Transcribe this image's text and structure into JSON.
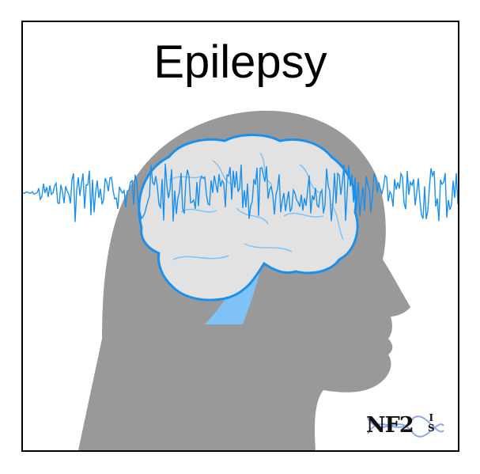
{
  "title": "Epilepsy",
  "logo": {
    "main": "NF2",
    "superscript": "I",
    "subscript": "S"
  },
  "colors": {
    "head": "#999999",
    "brain_fill": "#e2e2e2",
    "brain_outline": "#1a90ee",
    "wave": "#1a90ee",
    "stem": "#7fc2f6"
  },
  "icons": [
    "head-silhouette",
    "brain-illustration",
    "eeg-wave",
    "nf2is-logo"
  ]
}
